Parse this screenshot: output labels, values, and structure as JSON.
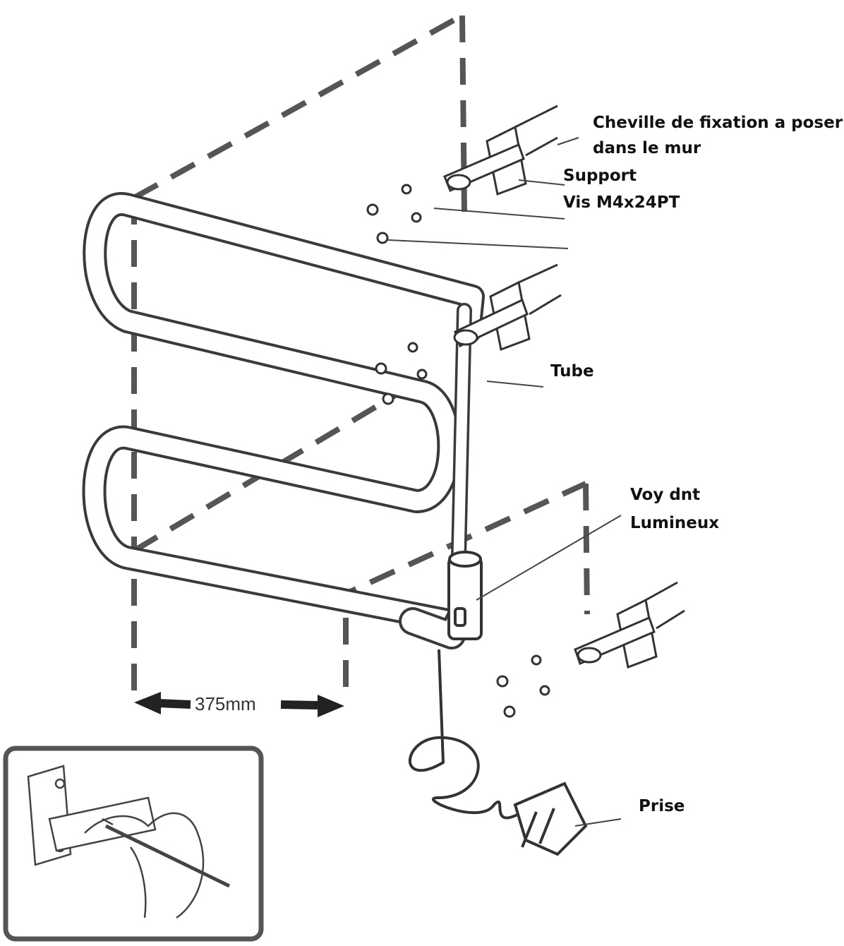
{
  "labels": {
    "cheville_line1": "Cheville de fixation  a poser",
    "cheville_line2": "dans le mur",
    "support": "Support",
    "vis": "Vis M4x24PT",
    "tube": "Tube",
    "voyant_line1": "Voy dnt",
    "voyant_line2": "Lumineux",
    "prise": "Prise"
  },
  "dimension": {
    "width_label": "375mm"
  }
}
